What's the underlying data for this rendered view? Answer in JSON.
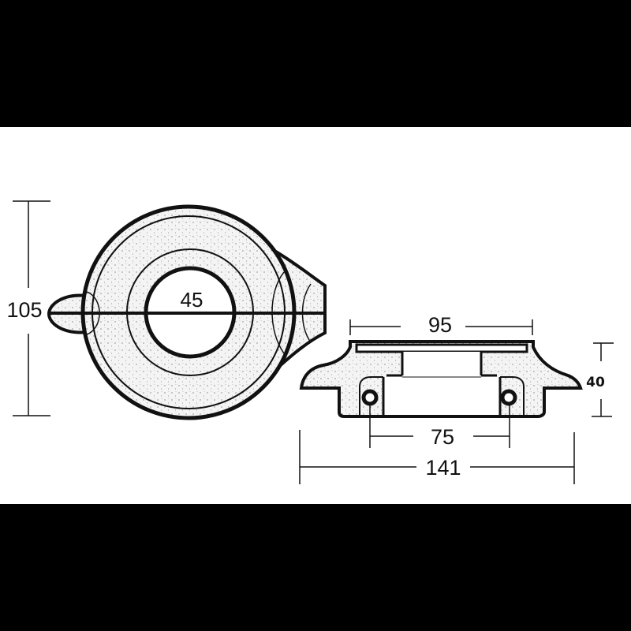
{
  "drawing": {
    "subject": "anode technical drawing",
    "colors": {
      "background": "#ffffff",
      "frame": "#000000",
      "line": "#111111",
      "fill_stipple": "#f2f2f2"
    },
    "top_view": {
      "overall_height_label": "105",
      "bore_diameter_label": "45"
    },
    "side_view": {
      "top_width_label": "95",
      "height_label": "40",
      "hole_spacing_label": "75",
      "overall_width_label": "141"
    }
  }
}
